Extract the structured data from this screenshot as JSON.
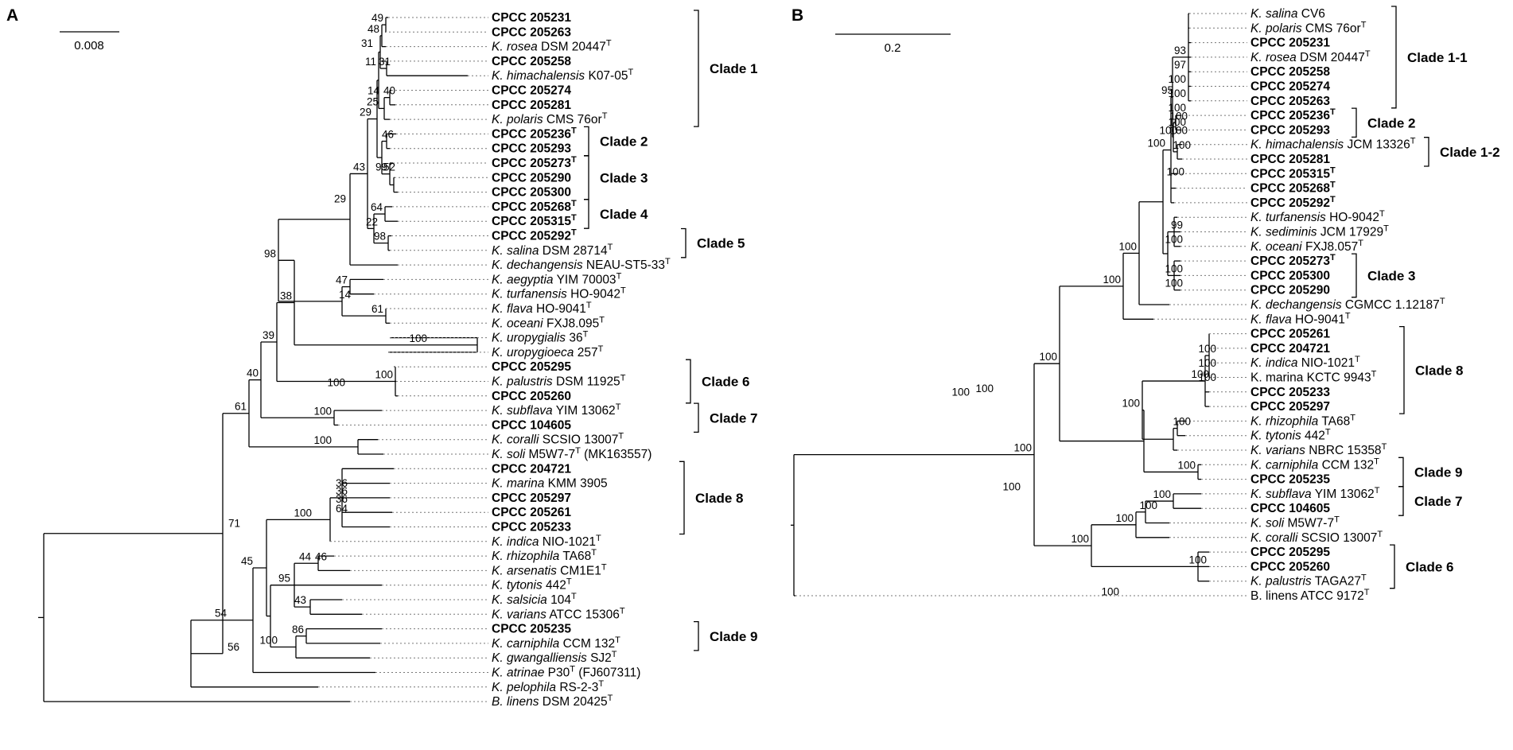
{
  "panels": [
    {
      "label": "A",
      "scale_label": "0.008",
      "leaves": [
        {
          "text": "CPCC 205231",
          "bold": true
        },
        {
          "text": "CPCC 205263",
          "bold": true
        },
        {
          "text": "K. rosea DSM 20447",
          "italic_words": 2,
          "T": true
        },
        {
          "text": "CPCC 205258",
          "bold": true
        },
        {
          "text": "K. himachalensis K07-05",
          "italic_words": 2,
          "T": true
        },
        {
          "text": "CPCC 205274",
          "bold": true
        },
        {
          "text": "CPCC 205281",
          "bold": true
        },
        {
          "text": "K. polaris CMS 76or",
          "italic_words": 2,
          "T": true
        },
        {
          "text": "CPCC 205236",
          "bold": true,
          "T": true
        },
        {
          "text": "CPCC 205293",
          "bold": true
        },
        {
          "text": "CPCC 205273",
          "bold": true,
          "T": true
        },
        {
          "text": "CPCC 205290",
          "bold": true
        },
        {
          "text": "CPCC 205300",
          "bold": true
        },
        {
          "text": "CPCC 205268",
          "bold": true,
          "T": true
        },
        {
          "text": "CPCC 205315",
          "bold": true,
          "T": true
        },
        {
          "text": "CPCC 205292",
          "bold": true,
          "T": true
        },
        {
          "text": "K. salina DSM 28714",
          "italic_words": 2,
          "T": true
        },
        {
          "text": "K. dechangensis NEAU-ST5-33",
          "italic_words": 2,
          "T": true
        },
        {
          "text": "K. aegyptia YIM 70003",
          "italic_words": 2,
          "T": true
        },
        {
          "text": "K. turfanensis HO-9042",
          "italic_words": 2,
          "T": true
        },
        {
          "text": "K. flava HO-9041",
          "italic_words": 2,
          "T": true
        },
        {
          "text": "K. oceani FXJ8.095",
          "italic_words": 2,
          "T": true
        },
        {
          "text": "K. uropygialis 36",
          "italic_words": 2,
          "T": true
        },
        {
          "text": "K. uropygioeca 257",
          "italic_words": 2,
          "T": true
        },
        {
          "text": "CPCC 205295",
          "bold": true
        },
        {
          "text": "K. palustris DSM 11925",
          "italic_words": 2,
          "T": true
        },
        {
          "text": "CPCC 205260",
          "bold": true
        },
        {
          "text": "K. subflava YIM 13062",
          "italic_words": 2,
          "T": true
        },
        {
          "text": "CPCC 104605",
          "bold": true
        },
        {
          "text": "K. coralli SCSIO 13007",
          "italic_words": 2,
          "T": true
        },
        {
          "text": "K. soli M5W7-7",
          "italic_words": 2,
          "T": true,
          "suffix": " (MK163557)"
        },
        {
          "text": "CPCC 204721",
          "bold": true
        },
        {
          "text": "K. marina KMM 3905",
          "italic_words": 2
        },
        {
          "text": "CPCC 205297",
          "bold": true
        },
        {
          "text": "CPCC 205261",
          "bold": true
        },
        {
          "text": "CPCC 205233",
          "bold": true
        },
        {
          "text": "K. indica NIO-1021",
          "italic_words": 2,
          "T": true
        },
        {
          "text": "K. rhizophila TA68",
          "italic_words": 2,
          "T": true
        },
        {
          "text": "K. arsenatis CM1E1",
          "italic_words": 2,
          "T": true
        },
        {
          "text": "K. tytonis 442",
          "italic_words": 2,
          "T": true
        },
        {
          "text": "K. salsicia 104",
          "italic_words": 2,
          "T": true
        },
        {
          "text": "K. varians ATCC 15306",
          "italic_words": 2,
          "T": true
        },
        {
          "text": "CPCC 205235",
          "bold": true
        },
        {
          "text": "K. carniphila CCM 132",
          "italic_words": 2,
          "T": true
        },
        {
          "text": "K. gwangalliensis SJ2",
          "italic_words": 2,
          "T": true
        },
        {
          "text": "K. atrinae P30",
          "italic_words": 2,
          "T": true,
          "suffix": " (FJ607311)"
        },
        {
          "text": "K. pelophila RS-2-3",
          "italic_words": 2,
          "T": true
        },
        {
          "text": "B. linens DSM 20425",
          "italic_words": 2,
          "T": true
        }
      ],
      "bootstraps": [
        "49",
        "48",
        "31",
        "11",
        "31",
        "14",
        "40",
        "25",
        "29",
        "46",
        "52",
        "99",
        "43",
        "64",
        "22",
        "29",
        "98",
        "98",
        "47",
        "14",
        "61",
        "38",
        "100",
        "39",
        "40",
        "100",
        "100",
        "61",
        "100",
        "100",
        "71",
        "36",
        "36",
        "36",
        "64",
        "100",
        "45",
        "46",
        "44",
        "95",
        "43",
        "54",
        "86",
        "100",
        "56"
      ],
      "clades": [
        "Clade 1",
        "Clade 2",
        "Clade 3",
        "Clade 4",
        "Clade 5",
        "Clade 6",
        "Clade 7",
        "Clade 8",
        "Clade 9"
      ]
    },
    {
      "label": "B",
      "scale_label": "0.2",
      "leaves": [
        {
          "text": "K. salina CV6",
          "italic_words": 2
        },
        {
          "text": "K. polaris CMS 76or",
          "italic_words": 2,
          "T": true
        },
        {
          "text": "CPCC 205231",
          "bold": true
        },
        {
          "text": "K. rosea DSM 20447",
          "italic_words": 2,
          "T": true
        },
        {
          "text": "CPCC 205258",
          "bold": true
        },
        {
          "text": "CPCC 205274",
          "bold": true
        },
        {
          "text": "CPCC 205263",
          "bold": true
        },
        {
          "text": "CPCC 205236",
          "bold": true,
          "T": true
        },
        {
          "text": "CPCC 205293",
          "bold": true
        },
        {
          "text": "K. himachalensis JCM 13326",
          "italic_words": 2,
          "T": true
        },
        {
          "text": "CPCC 205281",
          "bold": true
        },
        {
          "text": "CPCC 205315",
          "bold": true,
          "T": true
        },
        {
          "text": "CPCC 205268",
          "bold": true,
          "T": true
        },
        {
          "text": "CPCC 205292",
          "bold": true,
          "T": true
        },
        {
          "text": "K. turfanensis HO-9042",
          "italic_words": 2,
          "T": true
        },
        {
          "text": "K. sediminis JCM 17929",
          "italic_words": 2,
          "T": true
        },
        {
          "text": "K. oceani FXJ8.057",
          "italic_words": 2,
          "T": true
        },
        {
          "text": "CPCC 205273",
          "bold": true,
          "T": true
        },
        {
          "text": "CPCC 205300",
          "bold": true
        },
        {
          "text": "CPCC 205290",
          "bold": true
        },
        {
          "text": "K. dechangensis CGMCC 1.12187",
          "italic_words": 2,
          "T": true
        },
        {
          "text": "K. flava HO-9041",
          "italic_words": 2,
          "T": true
        },
        {
          "text": "CPCC 205261",
          "bold": true
        },
        {
          "text": "CPCC 204721",
          "bold": true
        },
        {
          "text": "K. indica NIO-1021",
          "italic_words": 2,
          "T": true
        },
        {
          "text": "K. marina KCTC 9943",
          "italic_words": 0,
          "T": true
        },
        {
          "text": "CPCC 205233",
          "bold": true
        },
        {
          "text": "CPCC 205297",
          "bold": true
        },
        {
          "text": "K. rhizophila TA68",
          "italic_words": 2,
          "T": true
        },
        {
          "text": "K. tytonis 442",
          "italic_words": 2,
          "T": true
        },
        {
          "text": "K. varians NBRC 15358",
          "italic_words": 2,
          "T": true
        },
        {
          "text": "K. carniphila CCM 132",
          "italic_words": 2,
          "T": true
        },
        {
          "text": "CPCC 205235",
          "bold": true
        },
        {
          "text": "K. subflava YIM 13062",
          "italic_words": 2,
          "T": true
        },
        {
          "text": "CPCC 104605",
          "bold": true
        },
        {
          "text": "K. soli M5W7-7",
          "italic_words": 2,
          "T": true
        },
        {
          "text": "K. coralli SCSIO 13007",
          "italic_words": 2,
          "T": true
        },
        {
          "text": "CPCC 205295",
          "bold": true
        },
        {
          "text": "CPCC 205260",
          "bold": true
        },
        {
          "text": "K. palustris TAGA27",
          "italic_words": 2,
          "T": true
        },
        {
          "text": "B. linens ATCC 9172",
          "italic_words": 0,
          "T": true
        }
      ],
      "bootstraps": [
        "93",
        "97",
        "100",
        "100",
        "100",
        "100",
        "95",
        "100",
        "100",
        "100",
        "100",
        "100",
        "100",
        "99",
        "100",
        "100",
        "100",
        "100",
        "100",
        "100",
        "100",
        "100",
        "100",
        "100",
        "100",
        "100",
        "100",
        "100",
        "100",
        "100",
        "100",
        "100",
        "100",
        "100",
        "100",
        "100",
        "100"
      ],
      "clades": [
        "Clade 1-1",
        "Clade 2",
        "Clade 1-2",
        "Clade 3",
        "Clade 8",
        "Clade 9",
        "Clade 7",
        "Clade 6"
      ]
    }
  ]
}
